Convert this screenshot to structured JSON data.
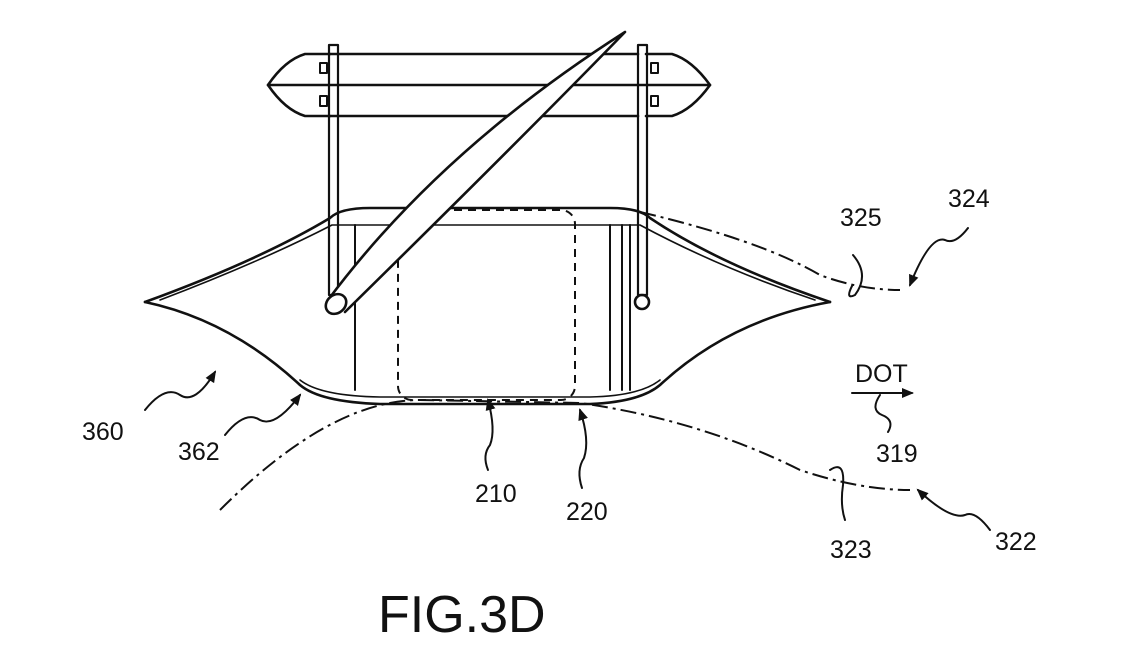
{
  "figure": {
    "title": "FIG.3D",
    "labels": {
      "l360": "360",
      "l362": "362",
      "l210": "210",
      "l220": "220",
      "l325": "325",
      "l324": "324",
      "dot": "DOT",
      "l319": "319",
      "l323": "323",
      "l322": "322"
    }
  }
}
